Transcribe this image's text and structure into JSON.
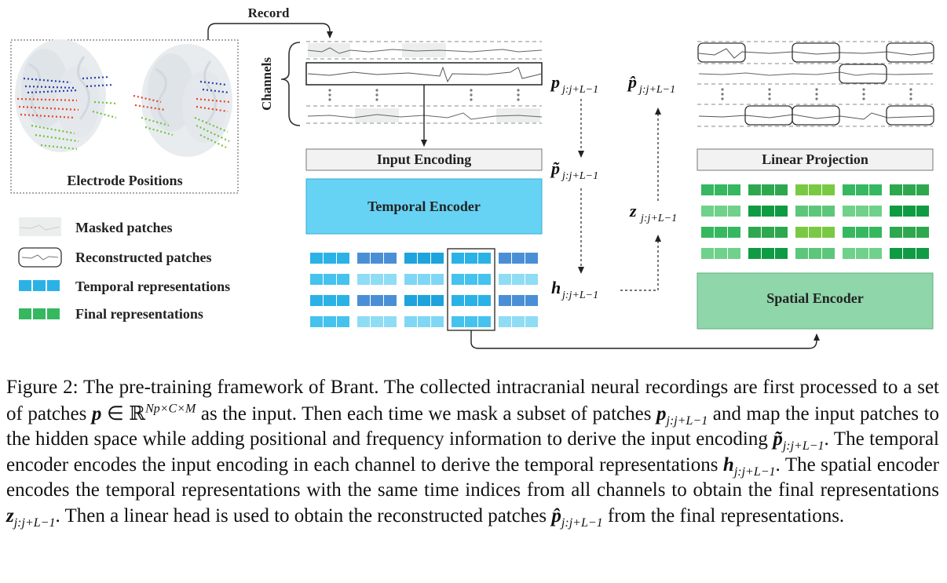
{
  "figure": {
    "record_label": "Record",
    "electrode_positions_label": "Electrode Positions",
    "channels_label": "Channels",
    "input_encoding_label": "Input Encoding",
    "temporal_encoder_label": "Temporal Encoder",
    "linear_projection_label": "Linear Projection",
    "spatial_encoder_label": "Spatial Encoder",
    "math": {
      "p_base": "p",
      "p_sub": "j:j+L−1",
      "phat_base": "p̂",
      "phat_sub": "j:j+L−1",
      "ptilde_base": "p̃",
      "ptilde_sub": "j:j+L−1",
      "z_base": "z",
      "z_sub": "j:j+L−1",
      "h_base": "h",
      "h_sub": "j:j+L−1"
    },
    "legend": [
      {
        "label": "Masked patches"
      },
      {
        "label": "Reconstructed patches"
      },
      {
        "label": "Temporal representations"
      },
      {
        "label": "Final representations"
      }
    ],
    "colors": {
      "temporal_encoder": "#67d3f4",
      "spatial_encoder": "#8fd6aa",
      "temporal_blue": "#2ab2e6",
      "final_green": "#35b860"
    }
  },
  "caption": {
    "t1": "Figure 2:   The pre-training framework of Brant. The collected intracranial neural recordings are first processed to a set of patches ",
    "p": "p",
    "in": " ∈ ",
    "R": "ℝ",
    "sup": "Np×C×M",
    "t2": "  as the input. Then each time we mask a subset of patches ",
    "sub": "j:j+L−1",
    "t3": "  and map the input patches to the hidden space while adding positional and frequency information to derive the input encoding ",
    "ptilde": "p̃",
    "t4": ". The temporal encoder encodes the input encoding in each channel to derive the temporal representations ",
    "h": "h",
    "t5": ". The spatial encoder encodes the temporal representations with the same time indices from all channels to obtain the final representations ",
    "z": "z",
    "t6": ". Then a linear head is used to obtain the reconstructed patches ",
    "phat": "p̂",
    "t7": " from the final representations."
  }
}
